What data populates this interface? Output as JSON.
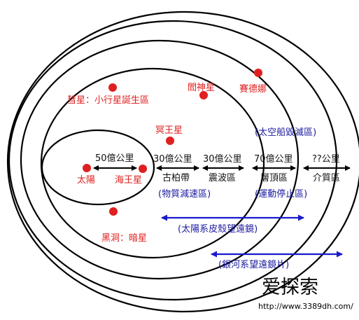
{
  "bodies": {
    "comet_region": "彗星：小行星誕生區",
    "uranus": "閻神星",
    "sedna": "賽德娜",
    "pluto": "冥王星",
    "sun": "太陽",
    "neptune": "海王星",
    "black_hole": "黑洞：暗星"
  },
  "distances": {
    "d1": "50億公里",
    "d2": "30億公里",
    "d3": "30億公里",
    "d4": "70億公里",
    "d5": "??公里"
  },
  "zones": {
    "kuiper": "古柏帶",
    "termination": "震波區",
    "heliopause": "層頂區",
    "interstellar": "介質區"
  },
  "notes": {
    "matter_decel": "(物質減速區)",
    "motion_stop": "(運動停止區)",
    "spacecraft_destroy": "(太空船毀滅區)",
    "solar_telescope": "(太陽系皮殼望遠鏡)",
    "galaxy_telescope": "(銀河系望遠鏡片)"
  },
  "watermark": {
    "main": "爱探索",
    "sub": "http://www.3389dh.com/"
  },
  "colors": {
    "planet": "#e02020",
    "arrow_blue": "#1a1acc",
    "text_blue": "#1a1aa0",
    "ring": "#000000"
  }
}
